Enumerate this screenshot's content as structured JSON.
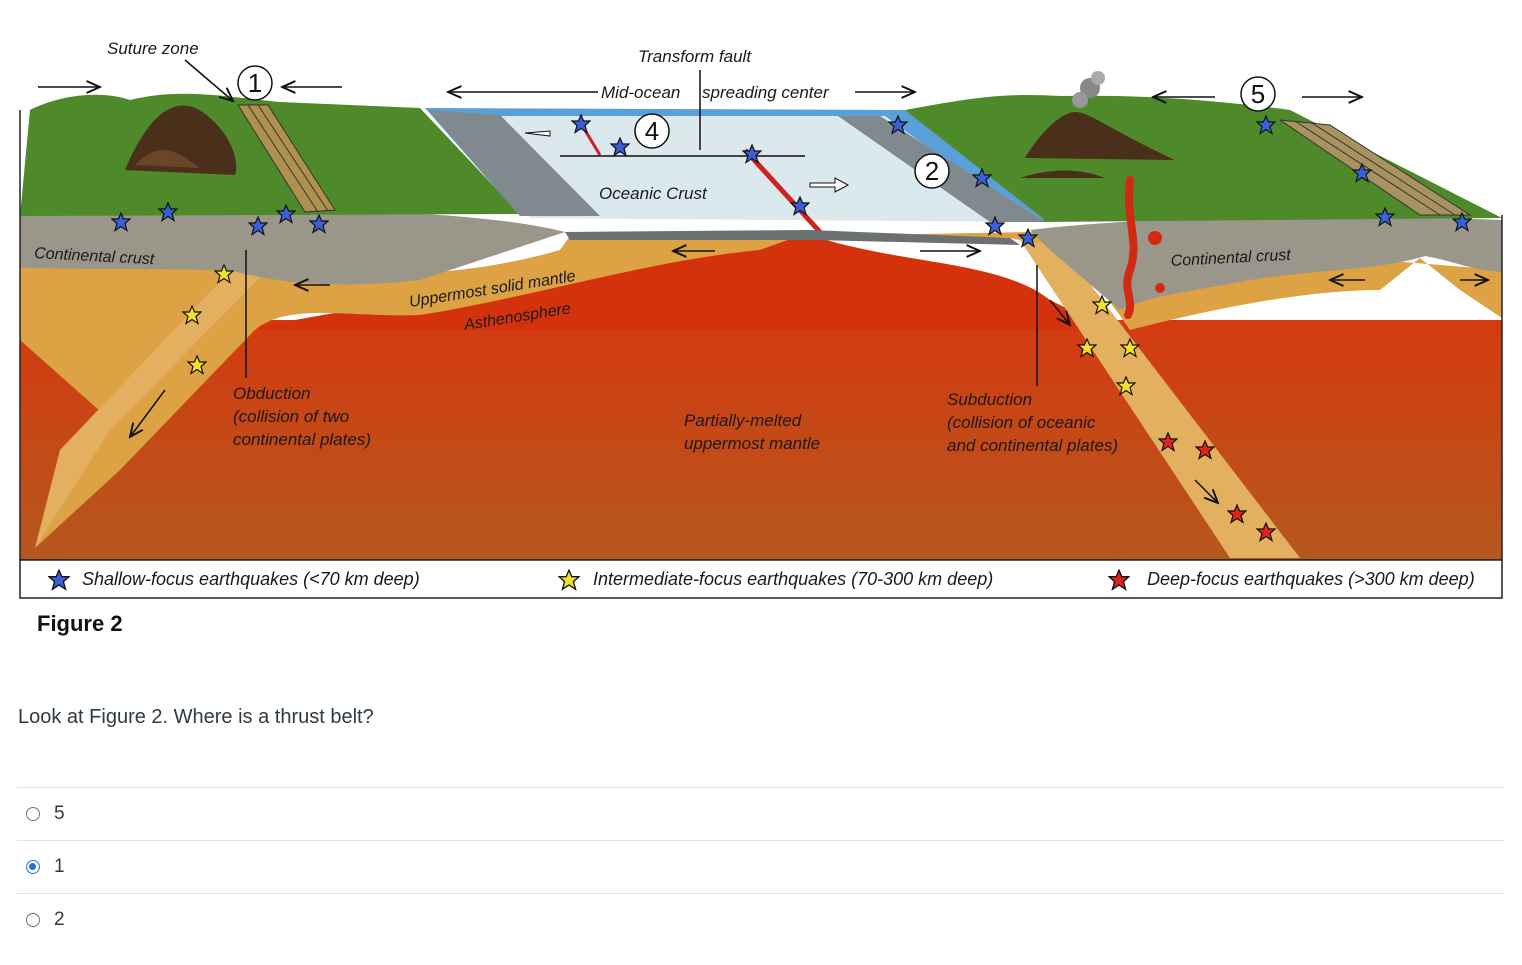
{
  "figure": {
    "labels": {
      "suture_zone": "Suture zone",
      "transform_fault": "Transform fault",
      "mid_ocean_left": "Mid-ocean",
      "mid_ocean_right": "spreading center",
      "oceanic_crust": "Oceanic Crust",
      "continental_crust_left": "Continental crust",
      "continental_crust_right": "Continental crust",
      "uppermost_mantle": "Uppermost solid mantle",
      "asthenosphere": "Asthenosphere",
      "obduction_1": "Obduction",
      "obduction_2": "(collision of two",
      "obduction_3": "continental plates)",
      "partially_1": "Partially-melted",
      "partially_2": "uppermost mantle",
      "subduction_1": "Subduction",
      "subduction_2": "(collision of oceanic",
      "subduction_3": "and continental plates)"
    },
    "markers": {
      "m1": "1",
      "m2": "2",
      "m4": "4",
      "m5": "5"
    },
    "legend": {
      "shallow": "Shallow-focus earthquakes (<70 km deep)",
      "intermediate": "Intermediate-focus earthquakes (70-300 km deep)",
      "deep": "Deep-focus earthquakes (>300 km deep)"
    },
    "colors": {
      "shallow_star": "#3a5fd9",
      "intermediate_star": "#f2e02a",
      "deep_star": "#e0231a",
      "grass": "#4f8a2a",
      "crust": "#9a968a",
      "mantle": "#d9a040",
      "asthenosphere": "#c8451c",
      "ocean": "#dbe8ee"
    }
  },
  "caption": "Figure 2",
  "question": "Look at Figure 2. Where is a thrust belt?",
  "answers": [
    {
      "label": "5",
      "selected": false
    },
    {
      "label": "1",
      "selected": true
    },
    {
      "label": "2",
      "selected": false
    }
  ]
}
